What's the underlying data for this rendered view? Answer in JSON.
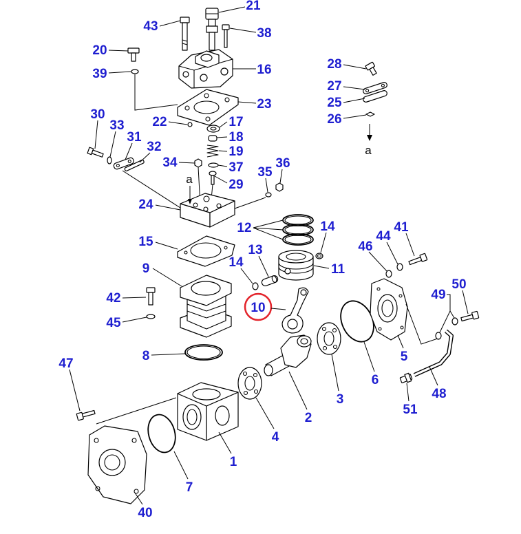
{
  "figure": {
    "callouts": [
      "21",
      "43",
      "38",
      "20",
      "39",
      "16",
      "28",
      "27",
      "25",
      "26",
      "23",
      "30",
      "33",
      "22",
      "17",
      "31",
      "18",
      "32",
      "19",
      "34",
      "37",
      "36",
      "35",
      "29",
      "24",
      "12",
      "14",
      "41",
      "15",
      "13",
      "46",
      "44",
      "14",
      "11",
      "9",
      "42",
      "50",
      "49",
      "45",
      "5",
      "8",
      "47",
      "6",
      "3",
      "48",
      "2",
      "51",
      "4",
      "1",
      "7",
      "40"
    ],
    "highlighted_callout": "10",
    "section_markers": [
      "a",
      "a"
    ]
  },
  "colors": {
    "callout_text": "#1e1ed0",
    "highlight_ring": "#e3242b"
  }
}
